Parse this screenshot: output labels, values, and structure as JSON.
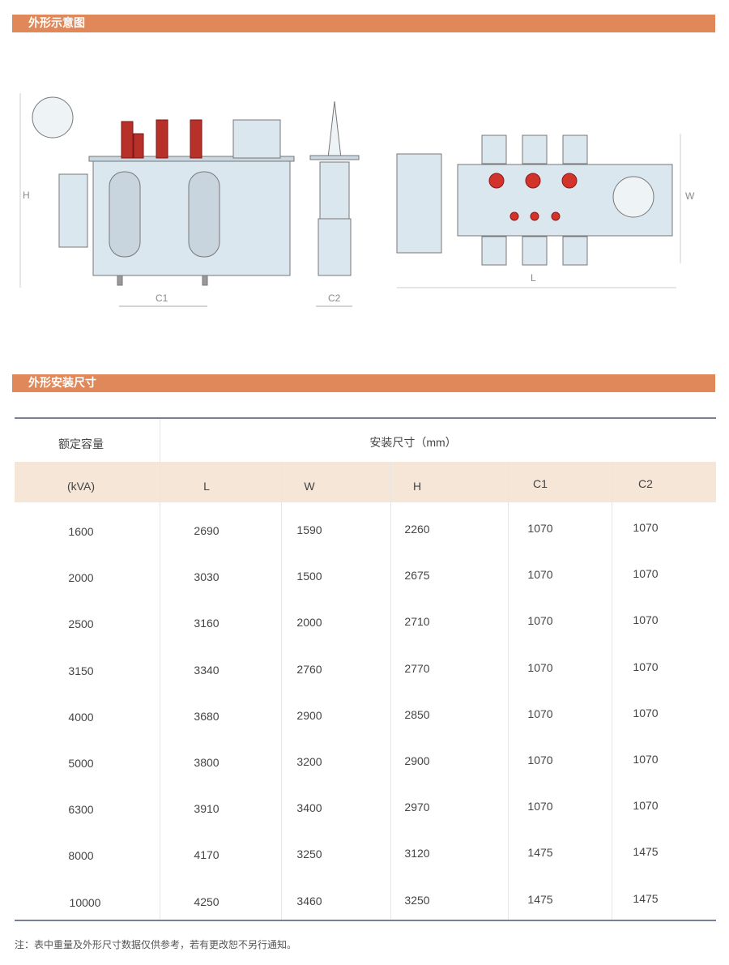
{
  "sections": {
    "outline_title": "外形示意图",
    "dims_title": "外形安装尺寸"
  },
  "diagram": {
    "labels": {
      "H": "H",
      "C1": "C1",
      "C2": "C2",
      "W": "W",
      "L": "L"
    }
  },
  "table": {
    "group_header_left": "额定容量",
    "group_header_right": "安装尺寸（mm）",
    "columns": [
      "(kVA)",
      "L",
      "W",
      "H",
      "C1",
      "C2"
    ],
    "rows": [
      [
        "1600",
        "2690",
        "1590",
        "2260",
        "1070",
        "1070"
      ],
      [
        "2000",
        "3030",
        "1500",
        "2675",
        "1070",
        "1070"
      ],
      [
        "2500",
        "3160",
        "2000",
        "2710",
        "1070",
        "1070"
      ],
      [
        "3150",
        "3340",
        "2760",
        "2770",
        "1070",
        "1070"
      ],
      [
        "4000",
        "3680",
        "2900",
        "2850",
        "1070",
        "1070"
      ],
      [
        "5000",
        "3800",
        "3200",
        "2900",
        "1070",
        "1070"
      ],
      [
        "6300",
        "3910",
        "3400",
        "2970",
        "1070",
        "1070"
      ],
      [
        "8000",
        "4170",
        "3250",
        "3120",
        "1475",
        "1475"
      ],
      [
        "10000",
        "4250",
        "3460",
        "3250",
        "1475",
        "1475"
      ]
    ]
  },
  "note": "注：表中重量及外形尺寸数据仅供参考，若有更改恕不另行通知。",
  "colors": {
    "accent": "#e1885a",
    "shade": "#f6e6d8",
    "tank": "#dbe7ef",
    "bushing": "#b8302a"
  }
}
